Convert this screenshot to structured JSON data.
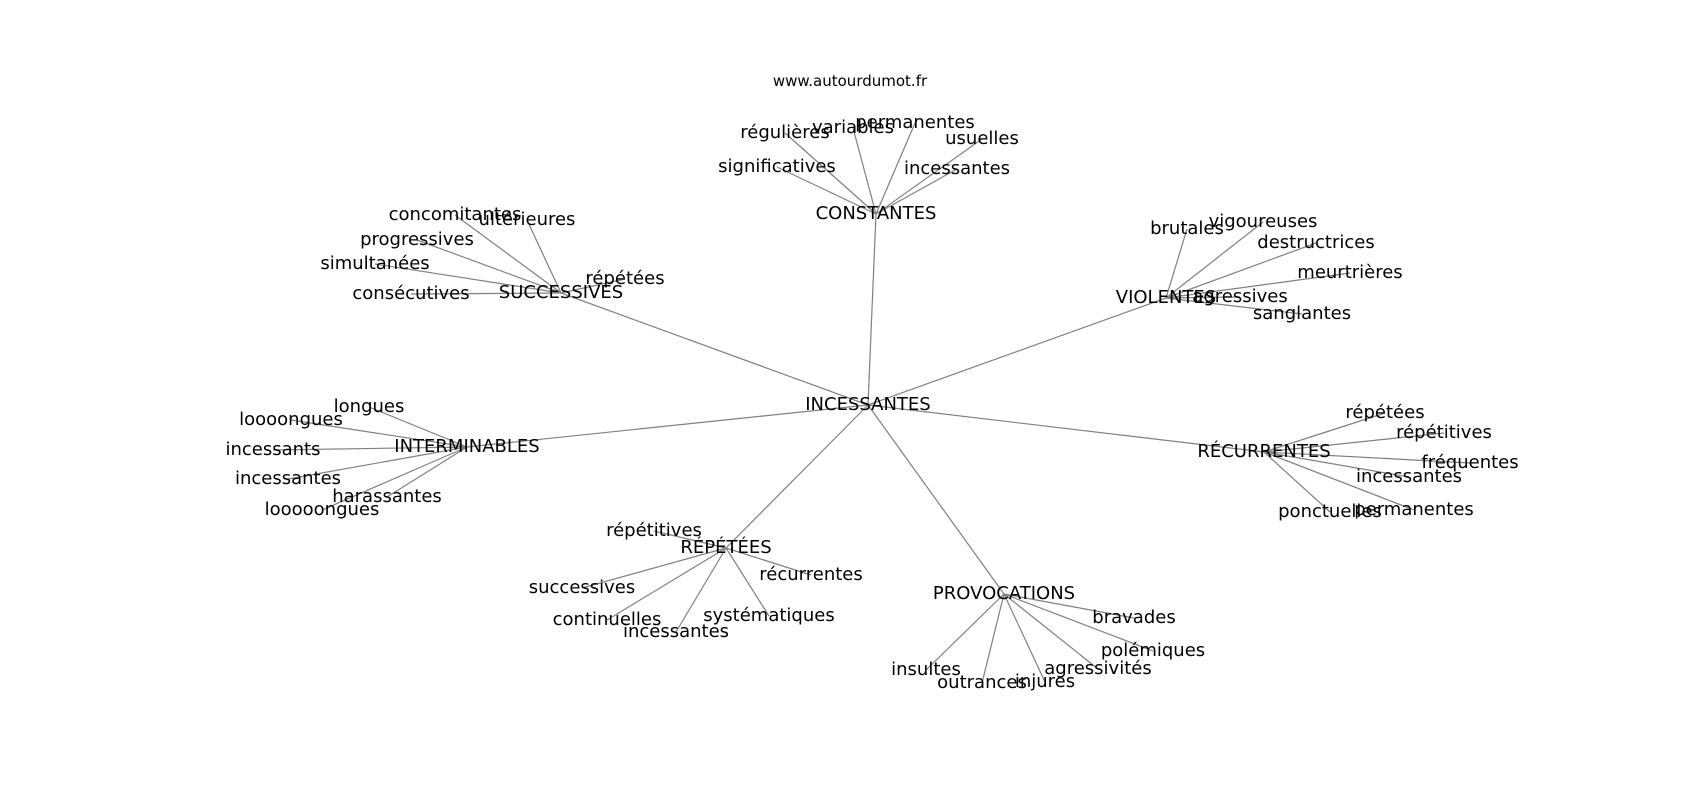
{
  "site": "www.autourdumot.fr",
  "center": "INCESSANTES",
  "clusters": [
    {
      "id": "constantes",
      "label": "CONSTANTES",
      "words": [
        "régulières",
        "variables",
        "permanentes",
        "usuelles",
        "significatives",
        "incessantes"
      ]
    },
    {
      "id": "successives",
      "label": "SUCCESSIVES",
      "words": [
        "concomitantes",
        "ultérieures",
        "progressives",
        "simultanées",
        "consécutives",
        "répétées"
      ]
    },
    {
      "id": "violentes",
      "label": "VIOLENTES",
      "words": [
        "brutales",
        "vigoureuses",
        "destructrices",
        "meurtrières",
        "agressives",
        "sanglantes"
      ]
    },
    {
      "id": "interminables",
      "label": "INTERMINABLES",
      "words": [
        "longues",
        "loooongues",
        "incessants",
        "incessantes",
        "harassantes",
        "looooongues"
      ]
    },
    {
      "id": "recurrentes",
      "label": "RÉCURRENTES",
      "words": [
        "répétées",
        "répétitives",
        "fréquentes",
        "incessantes",
        "ponctuelles",
        "permanentes"
      ]
    },
    {
      "id": "repetees",
      "label": "RÉPÉTÉES",
      "words": [
        "répétitives",
        "récurrentes",
        "successives",
        "continuelles",
        "incessantes",
        "systématiques"
      ]
    },
    {
      "id": "provocations",
      "label": "PROVOCATIONS",
      "words": [
        "bravades",
        "polémiques",
        "insultes",
        "outrances",
        "injures",
        "agressivités"
      ]
    }
  ]
}
